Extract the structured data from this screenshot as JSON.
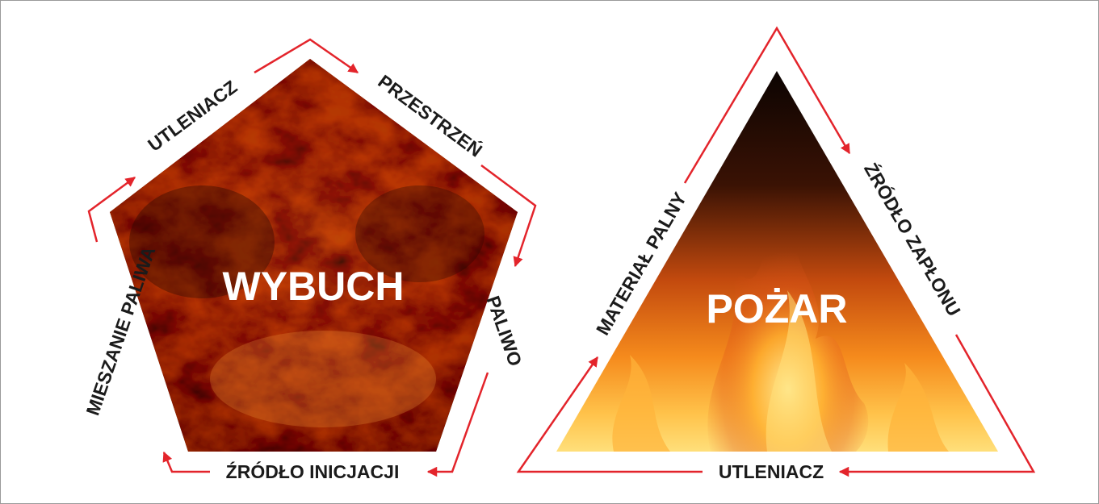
{
  "explosion": {
    "title": "WYBUCH",
    "labels": {
      "top_left": "UTLENIACZ",
      "top_right": "PRZESTRZEŃ",
      "right": "PALIWO",
      "bottom": "ŹRÓDŁO INICJACJI",
      "left": "MIESZANIE PALIWA"
    }
  },
  "fire": {
    "title": "POŻAR",
    "labels": {
      "left": "MATERIAŁ PALNY",
      "right": "ŹRÓDŁO ZAPŁONU",
      "bottom": "UTLENIACZ"
    }
  },
  "colors": {
    "arrow": "#e3242b",
    "label": "#1b1b1b",
    "title": "#ffffff"
  }
}
